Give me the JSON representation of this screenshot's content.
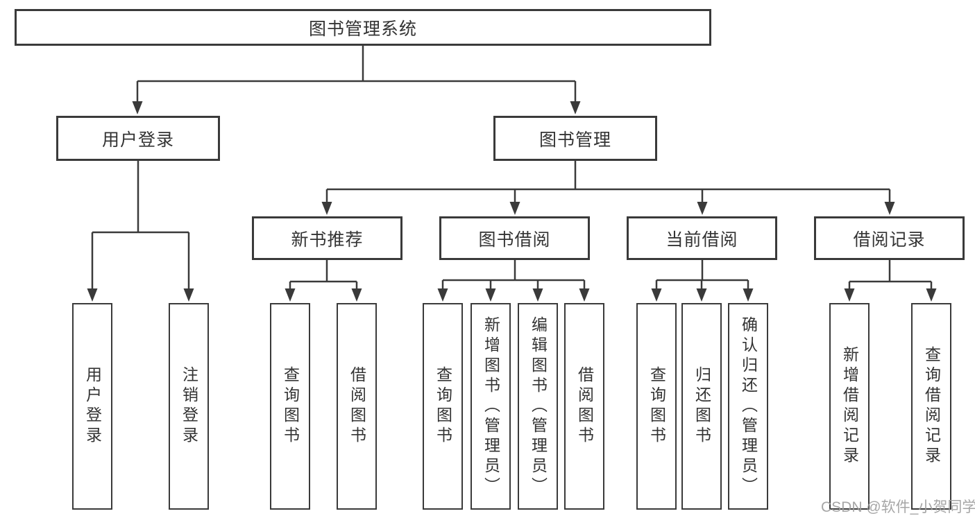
{
  "diagram": {
    "title": "图书管理系统",
    "nodes": {
      "root": "图书管理系统",
      "level2": [
        "用户登录",
        "图书管理"
      ],
      "level3": [
        "新书推荐",
        "图书借阅",
        "当前借阅",
        "借阅记录"
      ],
      "leaves": [
        "用户登录",
        "注销登录",
        "查询图书",
        "借阅图书",
        "查询图书",
        "新增图书（管理员）",
        "编辑图书（管理员）",
        "借阅图书",
        "查询图书",
        "归还图书",
        "确认归还（管理员）",
        "新增借阅记录",
        "查询借阅记录"
      ]
    },
    "colors": {
      "line": "#3a3a3a",
      "box_background": "#ffffff",
      "text": "#333333",
      "watermark": "#9e9e9e"
    },
    "watermark": "CSDN @软件_小贺同学"
  }
}
